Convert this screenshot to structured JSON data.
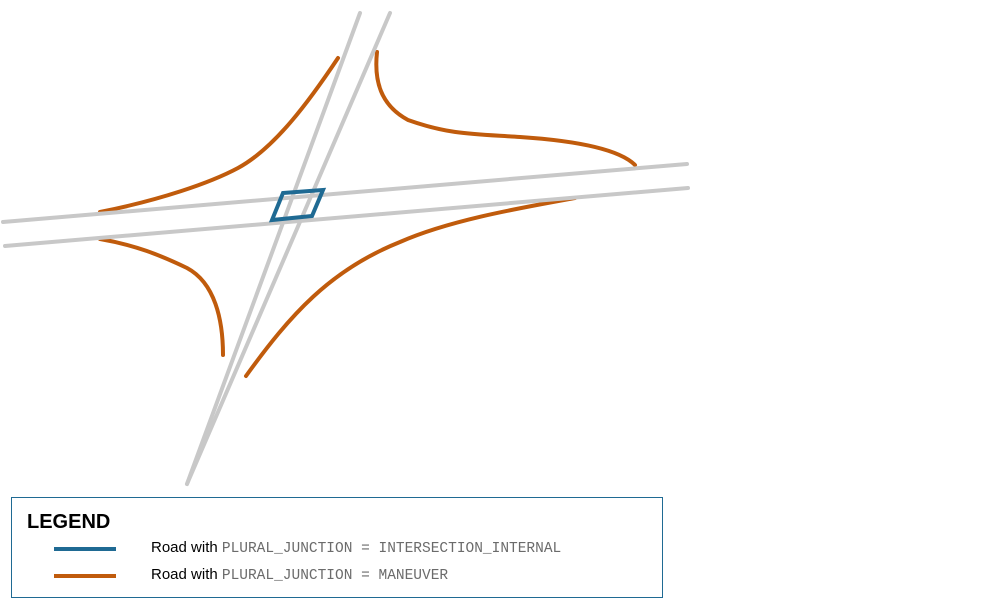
{
  "colors": {
    "road": "#c8c8c8",
    "intersection_internal": "#1f6a93",
    "maneuver": "#c05b0c",
    "legend_border": "#1f6a93"
  },
  "legend": {
    "title": "LEGEND",
    "items": [
      {
        "prefix": "Road with",
        "code": "PLURAL_JUNCTION = INTERSECTION_INTERNAL"
      },
      {
        "prefix": "Road with",
        "code": "PLURAL_JUNCTION = MANEUVER"
      }
    ]
  }
}
